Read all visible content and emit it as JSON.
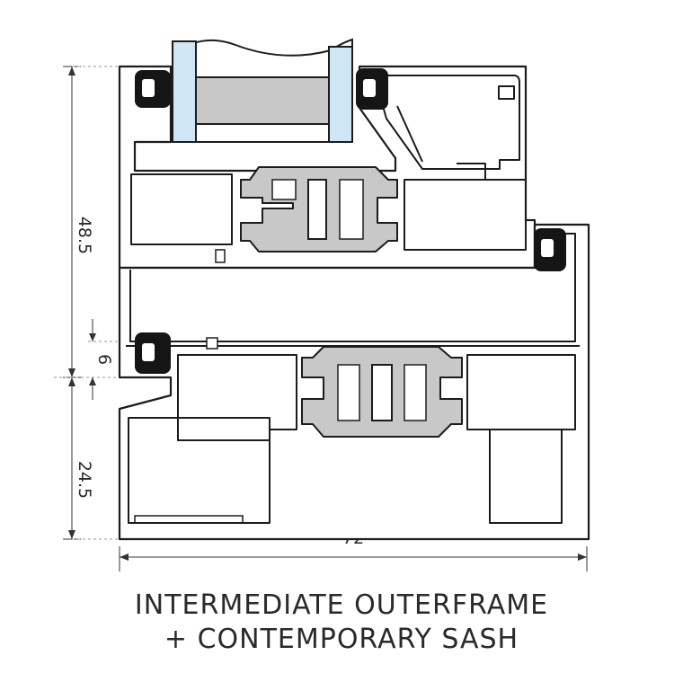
{
  "dimensions": {
    "overall_height": "48.5",
    "overlap": "6",
    "lower_height": "24.5",
    "width": "72"
  },
  "caption": {
    "line1": "INTERMEDIATE OUTERFRAME",
    "line2": "+ CONTEMPORARY SASH"
  },
  "colors": {
    "profile_stroke": "#1c1c1c",
    "thermal_break": "#c8c8c8",
    "glass_edge": "#cfe6f7",
    "gasket": "#151515"
  }
}
